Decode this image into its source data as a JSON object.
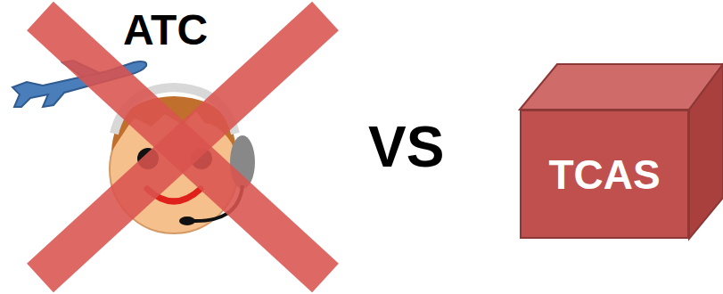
{
  "diagram": {
    "nodes": [
      {
        "text": [
          "TCAS"
        ]
      }
    ],
    "labels": [
      "ATC",
      "VS"
    ]
  }
}
